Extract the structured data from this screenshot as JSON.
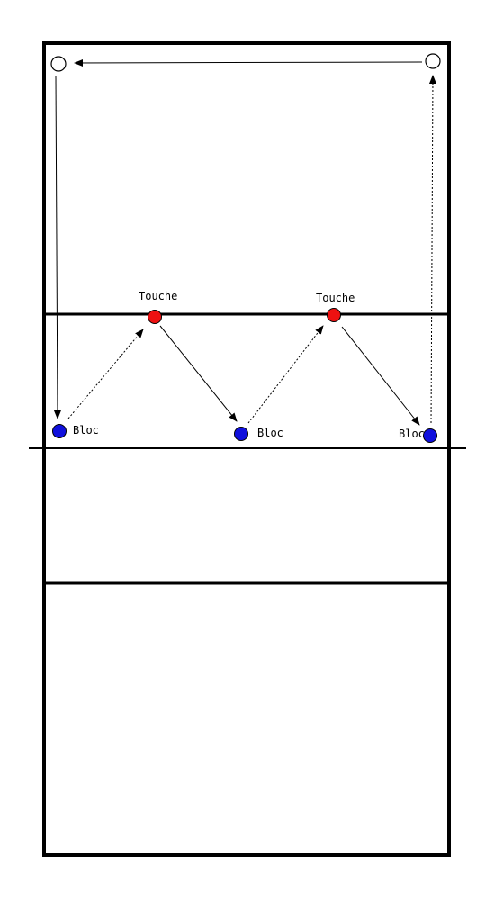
{
  "colors": {
    "blocker": "#1010dd",
    "setter": "#ee1111",
    "empty_marker": "#ffffff",
    "line": "#000000"
  },
  "players": [
    {
      "id": "start-top-left",
      "role": "empty-circle"
    },
    {
      "id": "start-top-right",
      "role": "empty-circle"
    },
    {
      "id": "setter-1",
      "role": "setter",
      "label": "Touche"
    },
    {
      "id": "setter-2",
      "role": "setter",
      "label": "Touche"
    },
    {
      "id": "blocker-1",
      "role": "blocker",
      "label": "Bloc"
    },
    {
      "id": "blocker-2",
      "role": "blocker",
      "label": "Bloc"
    },
    {
      "id": "blocker-3",
      "role": "blocker",
      "label": "Bloc"
    }
  ],
  "moves": [
    {
      "id": "run-top-right-to-top-left",
      "style": "solid"
    },
    {
      "id": "run-top-left-down-to-blocker-1",
      "style": "solid"
    },
    {
      "id": "pass-blocker-1-to-setter-1",
      "style": "dotted"
    },
    {
      "id": "run-setter-1-to-blocker-2",
      "style": "solid"
    },
    {
      "id": "pass-blocker-2-to-setter-2",
      "style": "dotted"
    },
    {
      "id": "run-setter-2-to-blocker-3",
      "style": "solid"
    },
    {
      "id": "pass-blocker-3-up-to-top-right",
      "style": "dotted"
    }
  ]
}
